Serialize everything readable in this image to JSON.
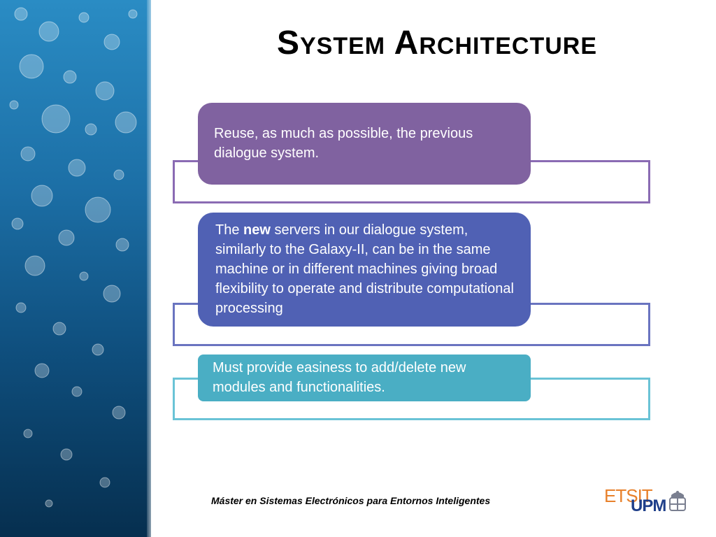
{
  "slide": {
    "title": "System Architecture"
  },
  "cards": [
    {
      "text": "Reuse, as much as possible, the previous dialogue system."
    },
    {
      "text_before": "The ",
      "text_bold": "new",
      "text_after": " servers in our dialogue system, similarly to the Galaxy-II, can be in the same machine or in different machines giving broad flexibility to operate and distribute computational processing"
    },
    {
      "text": "Must provide easiness to add/delete new modules and functionalities."
    }
  ],
  "footer": {
    "text": "Máster en Sistemas Electrónicos para Entornos Inteligentes"
  },
  "logo": {
    "etsit": "ETSIT",
    "upm": "UPM"
  },
  "colors": {
    "card_1": "#8062a0",
    "card_2": "#5061b4",
    "card_3": "#4aaec4",
    "frame_1": "#8a6bb3",
    "frame_2": "#6a74c0",
    "frame_3": "#6ac3d6",
    "etsit_orange": "#e8812c",
    "upm_blue": "#1f3f8a"
  },
  "decor": {
    "side_panel": "blue water bubbles image",
    "crest": "university crest icon"
  }
}
